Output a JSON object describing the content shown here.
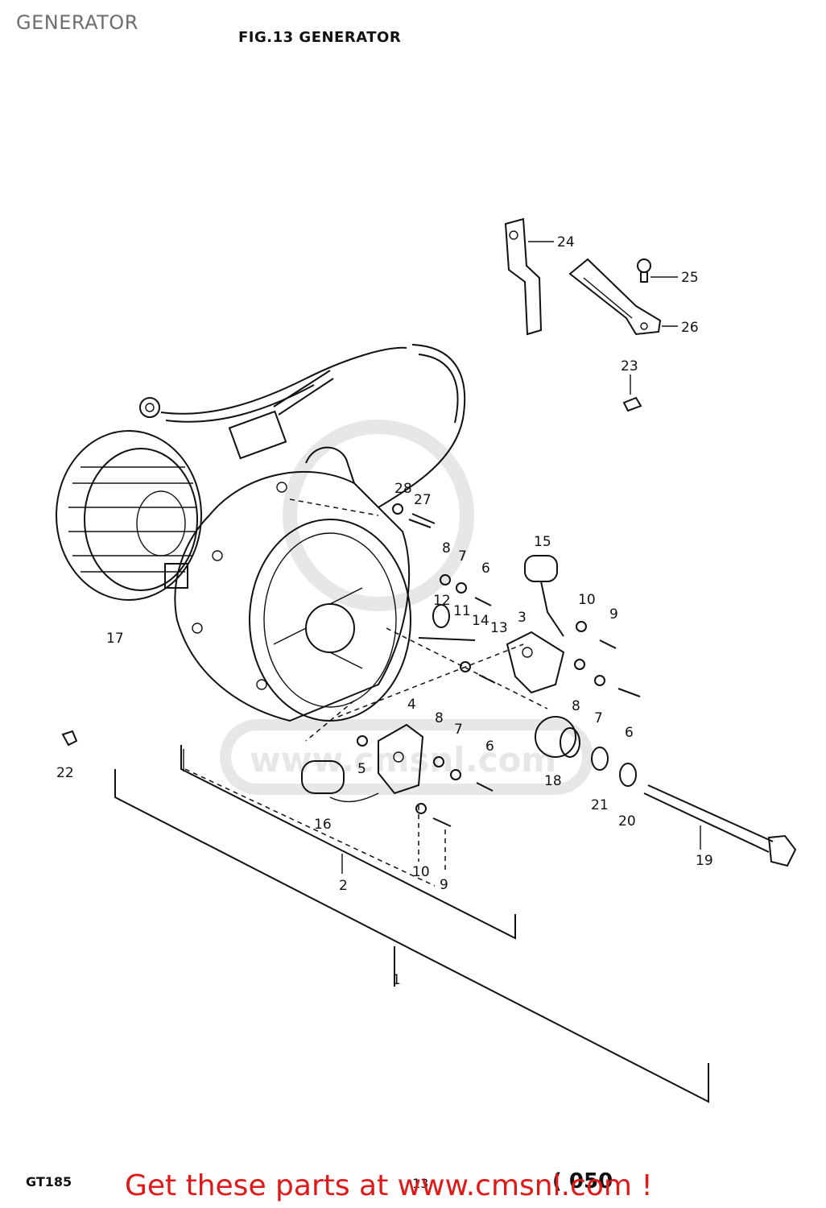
{
  "header": {
    "page_title": "GENERATOR",
    "figure_title": "FIG.13  GENERATOR"
  },
  "parts": [
    {
      "no": "1"
    },
    {
      "no": "2"
    },
    {
      "no": "3"
    },
    {
      "no": "4"
    },
    {
      "no": "5"
    },
    {
      "no": "6"
    },
    {
      "no": "7"
    },
    {
      "no": "8"
    },
    {
      "no": "9"
    },
    {
      "no": "10"
    },
    {
      "no": "11"
    },
    {
      "no": "12"
    },
    {
      "no": "13"
    },
    {
      "no": "14"
    },
    {
      "no": "15"
    },
    {
      "no": "16"
    },
    {
      "no": "17"
    },
    {
      "no": "18"
    },
    {
      "no": "19"
    },
    {
      "no": "20"
    },
    {
      "no": "21"
    },
    {
      "no": "22"
    },
    {
      "no": "23"
    },
    {
      "no": "24"
    },
    {
      "no": "25"
    },
    {
      "no": "26"
    },
    {
      "no": "27"
    },
    {
      "no": "28"
    }
  ],
  "footer": {
    "model": "GT185",
    "page_ref": "13",
    "page_number": "( 050",
    "promo_text": "Get these parts at www.cmsnl.com !"
  },
  "watermark": {
    "text": "www.cmsnl.com",
    "color": "#cccccc"
  },
  "colors": {
    "promo": "#e01818",
    "ink": "#111111"
  }
}
